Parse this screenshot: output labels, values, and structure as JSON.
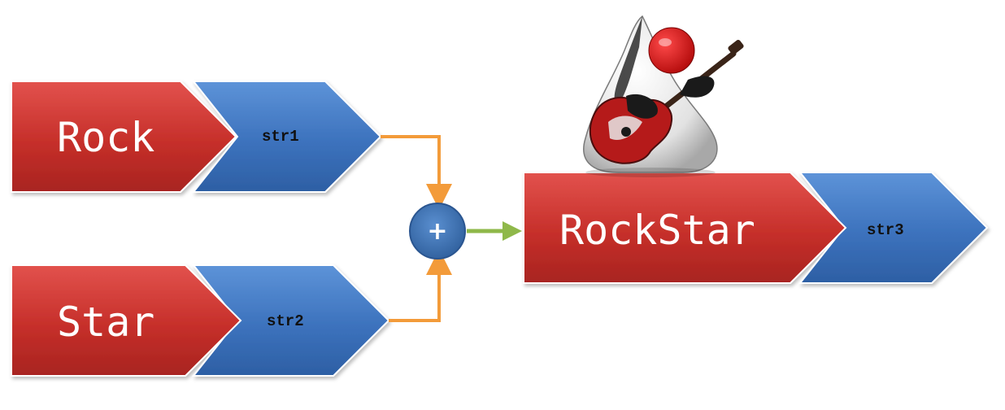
{
  "diagram": {
    "inputs": [
      {
        "word": "Rock",
        "variable": "str1"
      },
      {
        "word": "Star",
        "variable": "str2"
      }
    ],
    "operator": "+",
    "output": {
      "word": "RockStar",
      "variable": "str3"
    },
    "mascot": "duke-guitar-mascot",
    "colors": {
      "red": "#c8302c",
      "blue": "#3d74bf",
      "orange_connector": "#f39b3a",
      "green_arrow": "#8fb84a",
      "operator_circle": "#3a6ca8"
    }
  }
}
